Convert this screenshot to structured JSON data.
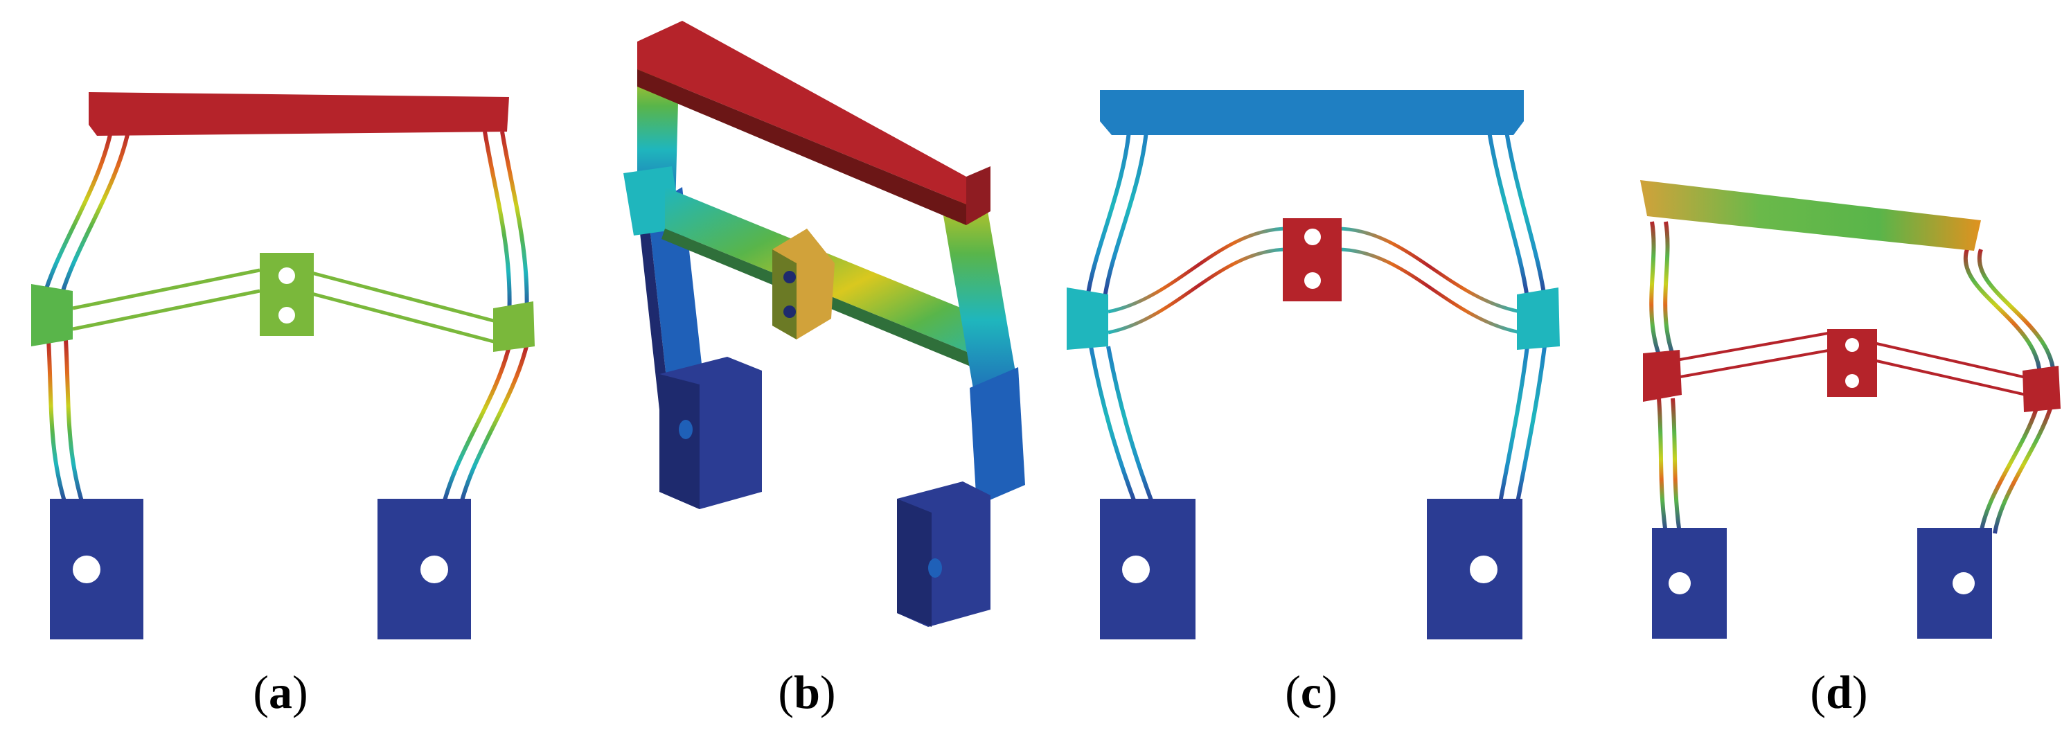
{
  "panels": [
    {
      "id": "a",
      "label": "a"
    },
    {
      "id": "b",
      "label": "b"
    },
    {
      "id": "c",
      "label": "c"
    },
    {
      "id": "d",
      "label": "d"
    }
  ],
  "caption_format": {
    "open": "(",
    "close": ")"
  },
  "colors": {
    "red": "#b5232a",
    "orange": "#e06b1f",
    "yellow": "#d9c81f",
    "green": "#59b54a",
    "lightgreen": "#7ab83b",
    "cyan": "#1fb6bd",
    "blue": "#2b3c93",
    "darkblue": "#1e2a6e",
    "skyblue": "#1f7fc2"
  }
}
